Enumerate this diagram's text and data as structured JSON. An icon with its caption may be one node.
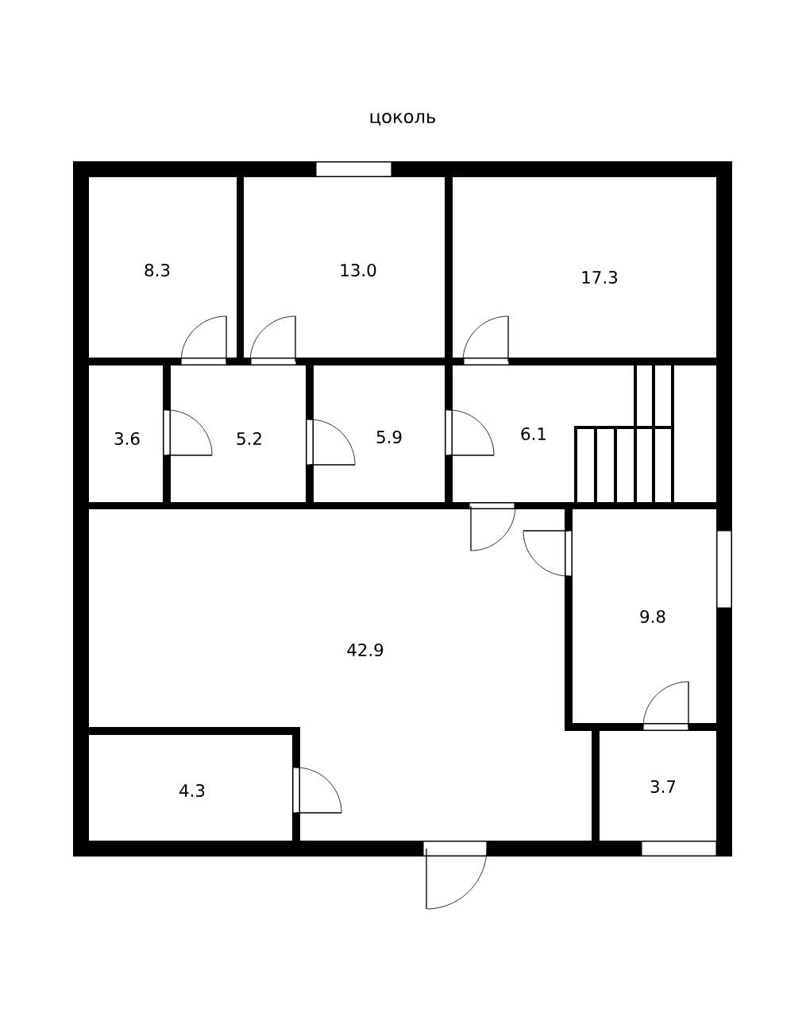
{
  "diagram": {
    "title": "цоколь",
    "nodes": [
      {
        "text": [
          "8.3"
        ]
      },
      {
        "text": [
          "13.0"
        ]
      },
      {
        "text": [
          "17.3"
        ]
      },
      {
        "text": [
          "3.6"
        ]
      },
      {
        "text": [
          "5.2"
        ]
      },
      {
        "text": [
          "5.9"
        ]
      },
      {
        "text": [
          "6.1"
        ]
      },
      {
        "text": [
          "42.9"
        ]
      },
      {
        "text": [
          "9.8"
        ]
      },
      {
        "text": [
          "4.3"
        ]
      },
      {
        "text": [
          "3.7"
        ]
      }
    ]
  }
}
